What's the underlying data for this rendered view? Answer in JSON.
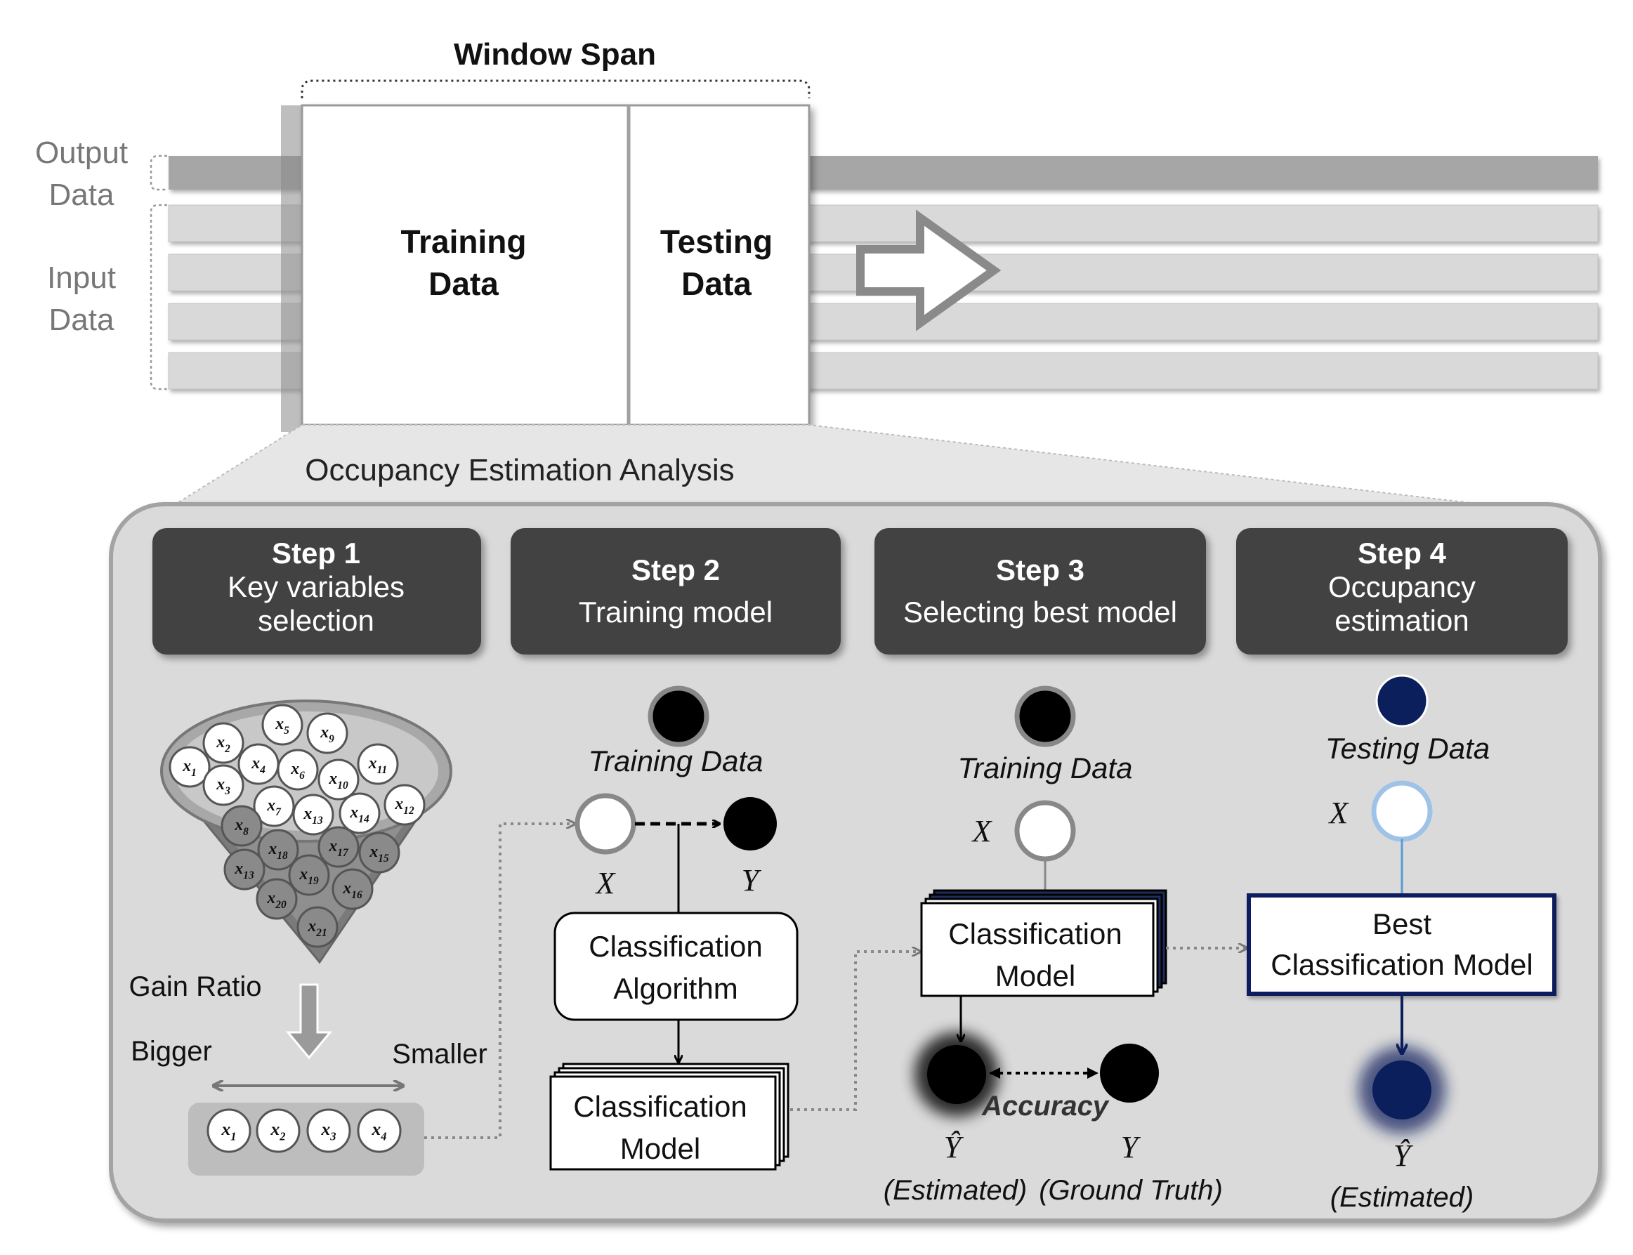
{
  "top": {
    "window_span": "Window Span",
    "output_label": [
      "Output",
      "Data"
    ],
    "input_label": [
      "Input",
      "Data"
    ],
    "training_data": [
      "Training",
      "Data"
    ],
    "testing_data": [
      "Testing",
      "Data"
    ]
  },
  "analysis_title": "Occupancy Estimation Analysis",
  "steps": [
    {
      "title": "Step 1",
      "desc": [
        "Key variables",
        "selection"
      ]
    },
    {
      "title": "Step 2",
      "desc": [
        "Training model"
      ]
    },
    {
      "title": "Step 3",
      "desc": [
        "Selecting best model"
      ]
    },
    {
      "title": "Step 4",
      "desc": [
        "Occupancy",
        "estimation"
      ]
    }
  ],
  "step1": {
    "funnel_vars": [
      "x5",
      "x9",
      "x2",
      "x1",
      "x4",
      "x6",
      "x11",
      "x3",
      "x10",
      "x12",
      "x7",
      "x13",
      "x14",
      "x8",
      "x18",
      "x17",
      "x15",
      "x13",
      "x19",
      "x16",
      "x20",
      "x21"
    ],
    "gain_ratio": "Gain Ratio",
    "bigger": "Bigger",
    "smaller": "Smaller",
    "selected_vars": [
      "x1",
      "x2",
      "x3",
      "x4"
    ]
  },
  "step2": {
    "training_data": "Training Data",
    "x": "X",
    "y": "Y",
    "algorithm": [
      "Classification",
      "Algorithm"
    ],
    "model": [
      "Classification",
      "Model"
    ]
  },
  "step3": {
    "training_data": "Training Data",
    "x": "X",
    "model": [
      "Classification",
      "Model"
    ],
    "accuracy": "Accuracy",
    "y_hat": "Ŷ",
    "y": "Y",
    "estimated": "(Estimated)",
    "ground_truth": "(Ground Truth)"
  },
  "step4": {
    "testing_data": "Testing Data",
    "x": "X",
    "best_model": [
      "Best",
      "Classification Model"
    ],
    "y_hat": "Ŷ",
    "estimated": "(Estimated)"
  },
  "colors": {
    "step_header": "#424242",
    "panel": "#dadada",
    "band_dark": "#a6a6a6",
    "band_light": "#d9d9d9",
    "navy": "#0b1f5c",
    "light_blue": "#9ec3e6"
  }
}
